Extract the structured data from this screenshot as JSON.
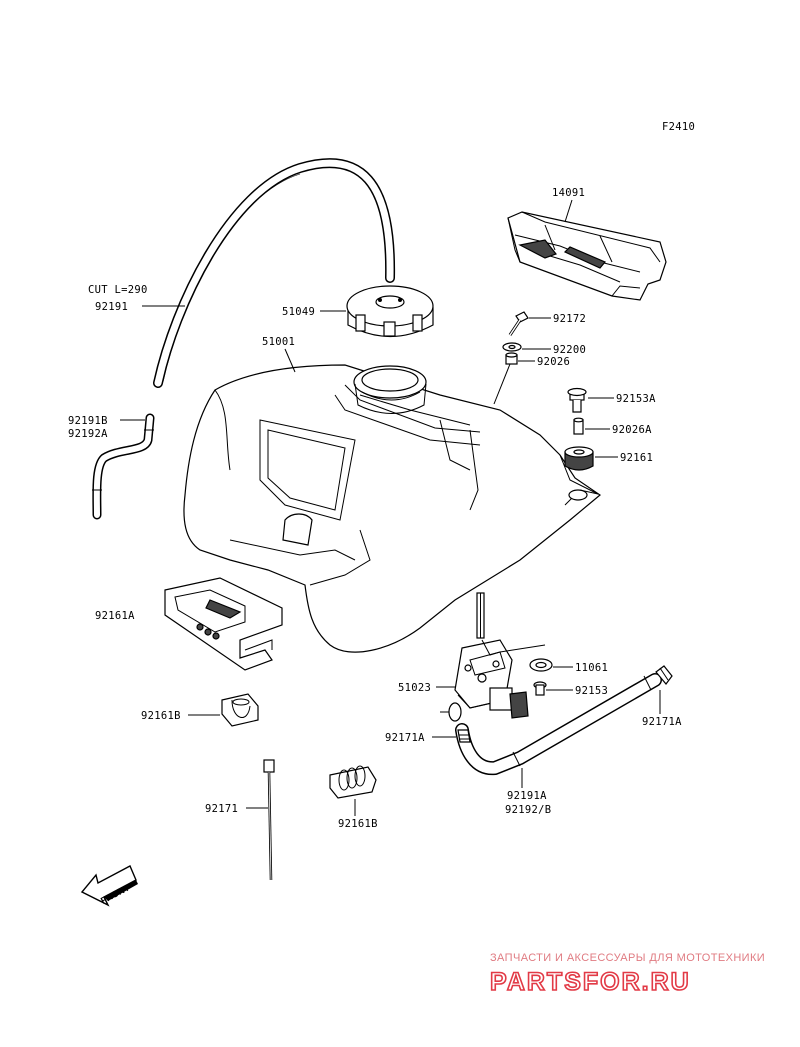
{
  "diagram_code": "F2410",
  "parts": {
    "p14091": "14091",
    "cut_length": "CUT L=290",
    "p92191": "92191",
    "p51049": "51049",
    "p92172": "92172",
    "p51001": "51001",
    "p92200": "92200",
    "p92026": "92026",
    "p92153A": "92153A",
    "p92191B": "92191B",
    "p92192A": "92192A",
    "p92026A": "92026A",
    "p92161": "92161",
    "p92161A": "92161A",
    "p11061": "11061",
    "p51023": "51023",
    "p92153": "92153",
    "p92161B_top": "92161B",
    "p92171A_right": "92171A",
    "p92171A_left": "92171A",
    "p92191A": "92191A",
    "p92192B": "92192/B",
    "p92171": "92171",
    "p92161B_bottom": "92161B"
  },
  "front_label": "FRONT",
  "watermark": {
    "tagline": "ЗАПЧАСТИ И АКСЕССУАРЫ ДЛЯ МОТОТЕХНИКИ",
    "logo": "PARTSFOR.RU"
  },
  "colors": {
    "watermark": "#e23a46",
    "line": "#000000",
    "background": "#ffffff"
  }
}
